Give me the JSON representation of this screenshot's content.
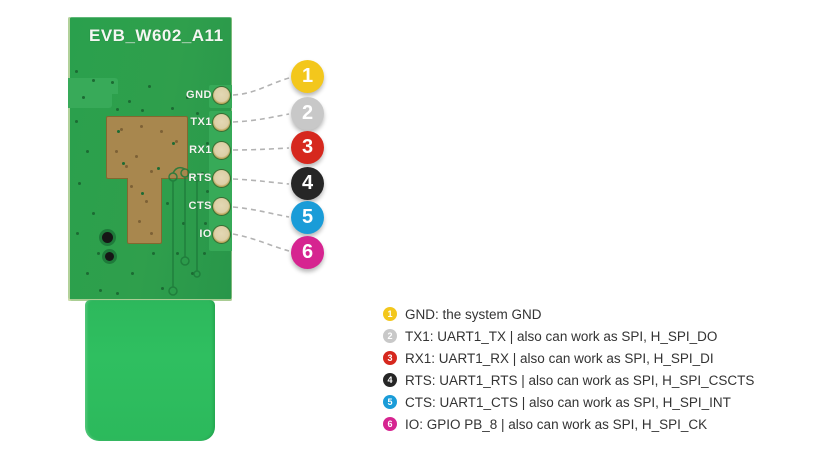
{
  "board": {
    "title": "EVB_W602_A11",
    "pcb_color": "#2f9f4c",
    "tab_color": "#2fbd5f",
    "copper_color": "#a8874e"
  },
  "pins": [
    {
      "number": "1",
      "name": "GND",
      "color": "#f3c71c",
      "legend": "GND: the system GND"
    },
    {
      "number": "2",
      "name": "TX1",
      "color": "#c8c8c8",
      "legend": "TX1: UART1_TX | also can work as SPI, H_SPI_DO"
    },
    {
      "number": "3",
      "name": "RX1",
      "color": "#d6281e",
      "legend": "RX1: UART1_RX | also can work as SPI, H_SPI_DI"
    },
    {
      "number": "4",
      "name": "RTS",
      "color": "#262626",
      "legend": "RTS: UART1_RTS | also can work as SPI, H_SPI_CSCTS"
    },
    {
      "number": "5",
      "name": "CTS",
      "color": "#1a9cd8",
      "legend": "CTS: UART1_CTS | also can work as SPI, H_SPI_INT"
    },
    {
      "number": "6",
      "name": "IO",
      "color": "#d62490",
      "legend": "IO: GPIO PB_8 | also can work as SPI, H_SPI_CK"
    }
  ]
}
